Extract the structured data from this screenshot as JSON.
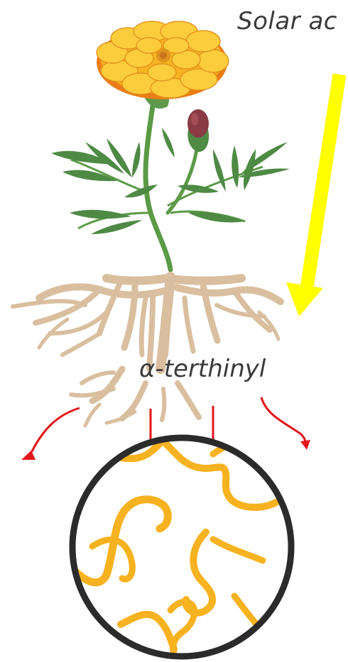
{
  "solar_label": "Solar ac",
  "compound": {
    "symbol": "α",
    "suffix": "-terthinyl"
  },
  "colors": {
    "sunlight_arrow": "#ffff00",
    "emission_arrows": "#e3141a",
    "root": "#d9bf9f",
    "stem": "#5b9a46",
    "leaf": "#4e8a44",
    "petal": "#f6b323",
    "petal_shade": "#ea7d17",
    "bud": "#8a3b45",
    "nematode": "#f7b21f",
    "soil_circle": "#2b2b2b"
  },
  "icons": [
    "marigold-flower",
    "marigold-bud",
    "root-system",
    "sunlight-arrow",
    "release-arrows",
    "nematode-circle"
  ]
}
